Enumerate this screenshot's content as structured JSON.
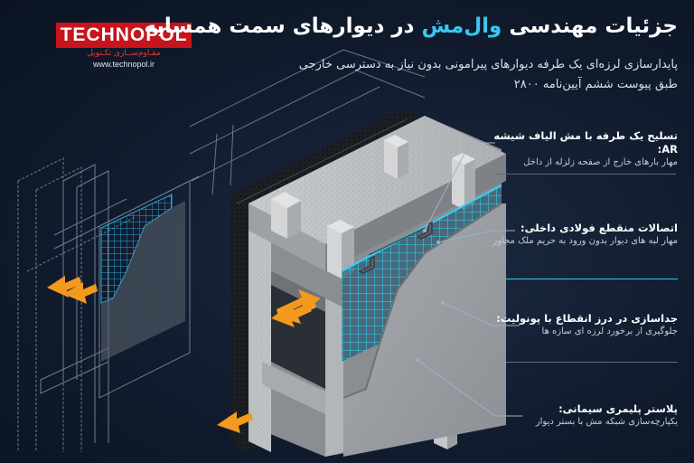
{
  "logo": {
    "brand": "TECHNOPOL",
    "tagline": "مقـاوم‌ســازی تکـنوپل",
    "url": "www.technopol.ir"
  },
  "header": {
    "title_part1": "جزئیات مهندسی",
    "title_accent": "وال‌مش",
    "title_part2": "در دیوارهای سمت همسایه",
    "subtitle_line1": "پایدارسازی لرزه‌ای یک طرفه دیوارهای پیرامونی بدون نیاز به دسترسی خارجی",
    "subtitle_line2": "طبق پیوست ششم آیین‌نامه ۲۸۰۰"
  },
  "notes": [
    {
      "title": "تسلیح یک طرفه با مش الیاف شیشه AR:",
      "desc": "مهار بارهای خارج از صفحه زلزله از داخل"
    },
    {
      "title": "اتصالات منقطع فولادی داخلی:",
      "desc": "مهار لبه های دیوار بدون ورود به حریم ملک مجاور"
    },
    {
      "title": "جداسازی در درز انقطاع با پونولیت:",
      "desc": "جلوگیری از برخورد لرزه ای سازه ها"
    },
    {
      "title": "پلاستر پلیمری سیمانی:",
      "desc": "یکپارچه‌سازی شبکه مش با بستر دیوار"
    }
  ],
  "colors": {
    "background": "#101b2d",
    "accent": "#39c6f0",
    "brand_red": "#c8141c",
    "arrow_orange": "#f39a1e",
    "mesh_cyan": "#2fd3f5",
    "concrete": "#b9bcbf"
  }
}
